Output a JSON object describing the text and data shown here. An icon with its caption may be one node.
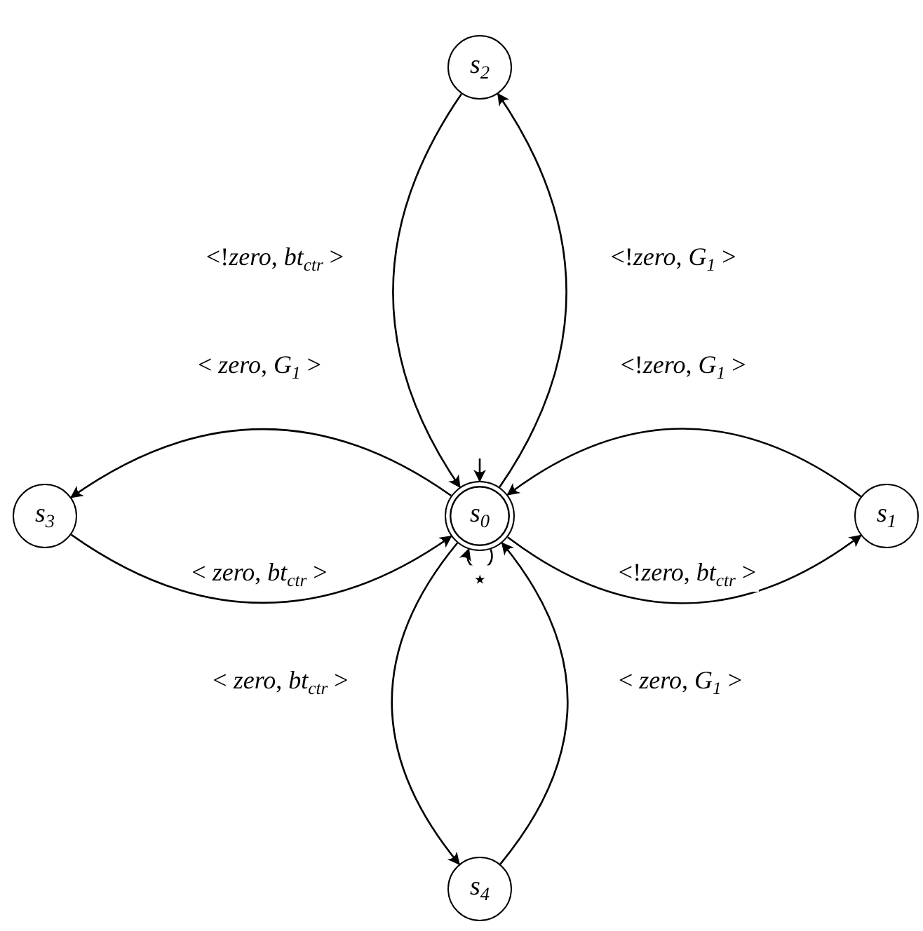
{
  "diagram": {
    "nodes": [
      {
        "text": [
          "*s*$_{2}$"
        ]
      },
      {
        "text": [
          "*s*$_{3}$"
        ]
      },
      {
        "text": [
          "*s*$_{0}$"
        ]
      },
      {
        "text": [
          "*s*$_{1}$"
        ]
      },
      {
        "text": [
          "*s*$_{4}$"
        ]
      }
    ],
    "edges": [
      {
        "from": 0,
        "to": 2,
        "arrow": "to",
        "label": "<!*zero*, *bt*$_{ctr}$ >"
      },
      {
        "from": 2,
        "to": 0,
        "arrow": "to",
        "label": "<!*zero*, *G*$_{1}$ >"
      },
      {
        "from": 2,
        "to": 1,
        "arrow": "to",
        "label": "< *zero*, *G*$_{1}$ >"
      },
      {
        "from": 1,
        "to": 2,
        "arrow": "to",
        "label": "< *zero*, *bt*$_{ctr}$ >"
      },
      {
        "from": 3,
        "to": 2,
        "arrow": "to",
        "label": "<!*zero*, *G*$_{1}$ >"
      },
      {
        "from": 2,
        "to": 3,
        "arrow": "to",
        "label": "<!*zero*, *bt*$_{ctr}$ >"
      },
      {
        "from": 2,
        "to": 4,
        "arrow": "to",
        "label": "< *zero*, *bt*$_{ctr}$ >"
      },
      {
        "from": 4,
        "to": 2,
        "arrow": "to",
        "label": "< *zero*, *G*$_{1}$ >"
      },
      {
        "from": 2,
        "to": 2,
        "arrow": "to",
        "label": "⋆"
      },
      {
        "from": null,
        "to": 2,
        "arrow": "to"
      }
    ]
  }
}
